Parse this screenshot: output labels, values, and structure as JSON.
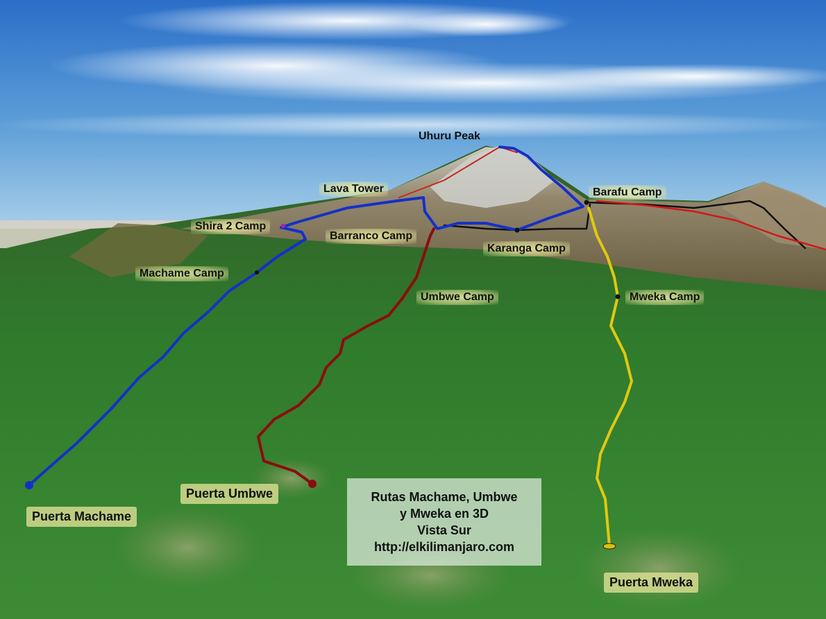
{
  "labels": {
    "uhuru_peak": "Uhuru Peak",
    "lava_tower": "Lava Tower",
    "barafu_camp": "Barafu Camp",
    "shira_2_camp": "Shira 2 Camp",
    "barranco_camp": "Barranco Camp",
    "karanga_camp": "Karanga Camp",
    "machame_camp": "Machame Camp",
    "umbwe_camp": "Umbwe Camp",
    "mweka_camp": "Mweka Camp",
    "puerta_umbwe": "Puerta Umbwe",
    "puerta_machame": "Puerta Machame",
    "puerta_mweka": "Puerta Mweka"
  },
  "info_box": {
    "line1": "Rutas Machame, Umbwe",
    "line2": "y Mweka en 3D",
    "line3": "Vista Sur",
    "line4": "http://elkilimanjaro.com"
  },
  "routes": {
    "machame_color": "#1530c8",
    "umbwe_color": "#8b0d0d",
    "mweka_color": "#e0c810",
    "other_color": "#111111",
    "red_route_color": "#d01818"
  }
}
